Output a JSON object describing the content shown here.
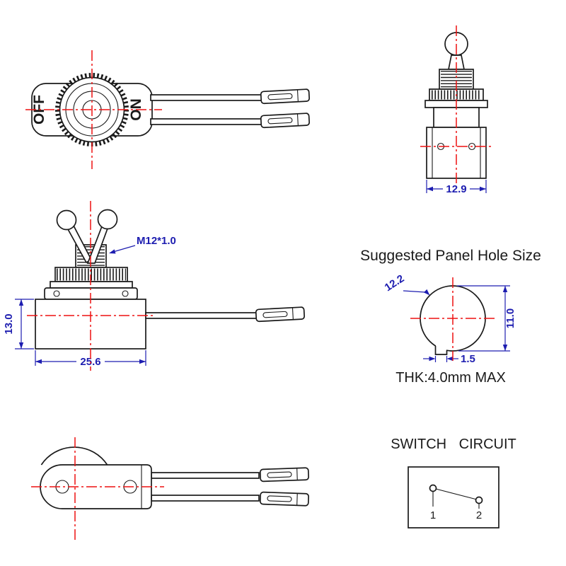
{
  "colors": {
    "background": "#ffffff",
    "outline": "#1a1a1a",
    "centerline": "#ee1111",
    "dimension": "#1d1db0"
  },
  "top_view": {
    "label_off": "OFF",
    "label_on": "ON"
  },
  "front_view": {
    "thread_label": "M12*1.0",
    "dim_height": "13.0",
    "dim_width": "25.6"
  },
  "side_view": {
    "dim_width": "12.9"
  },
  "panel_hole": {
    "title": "Suggested Panel Hole Size",
    "dim_diameter": "12.2",
    "dim_height": "11.0",
    "dim_notch": "1.5",
    "thickness_note": "THK:4.0mm MAX"
  },
  "circuit": {
    "title": "SWITCH CIRCUIT",
    "terminal_1": "1",
    "terminal_2": "2"
  }
}
